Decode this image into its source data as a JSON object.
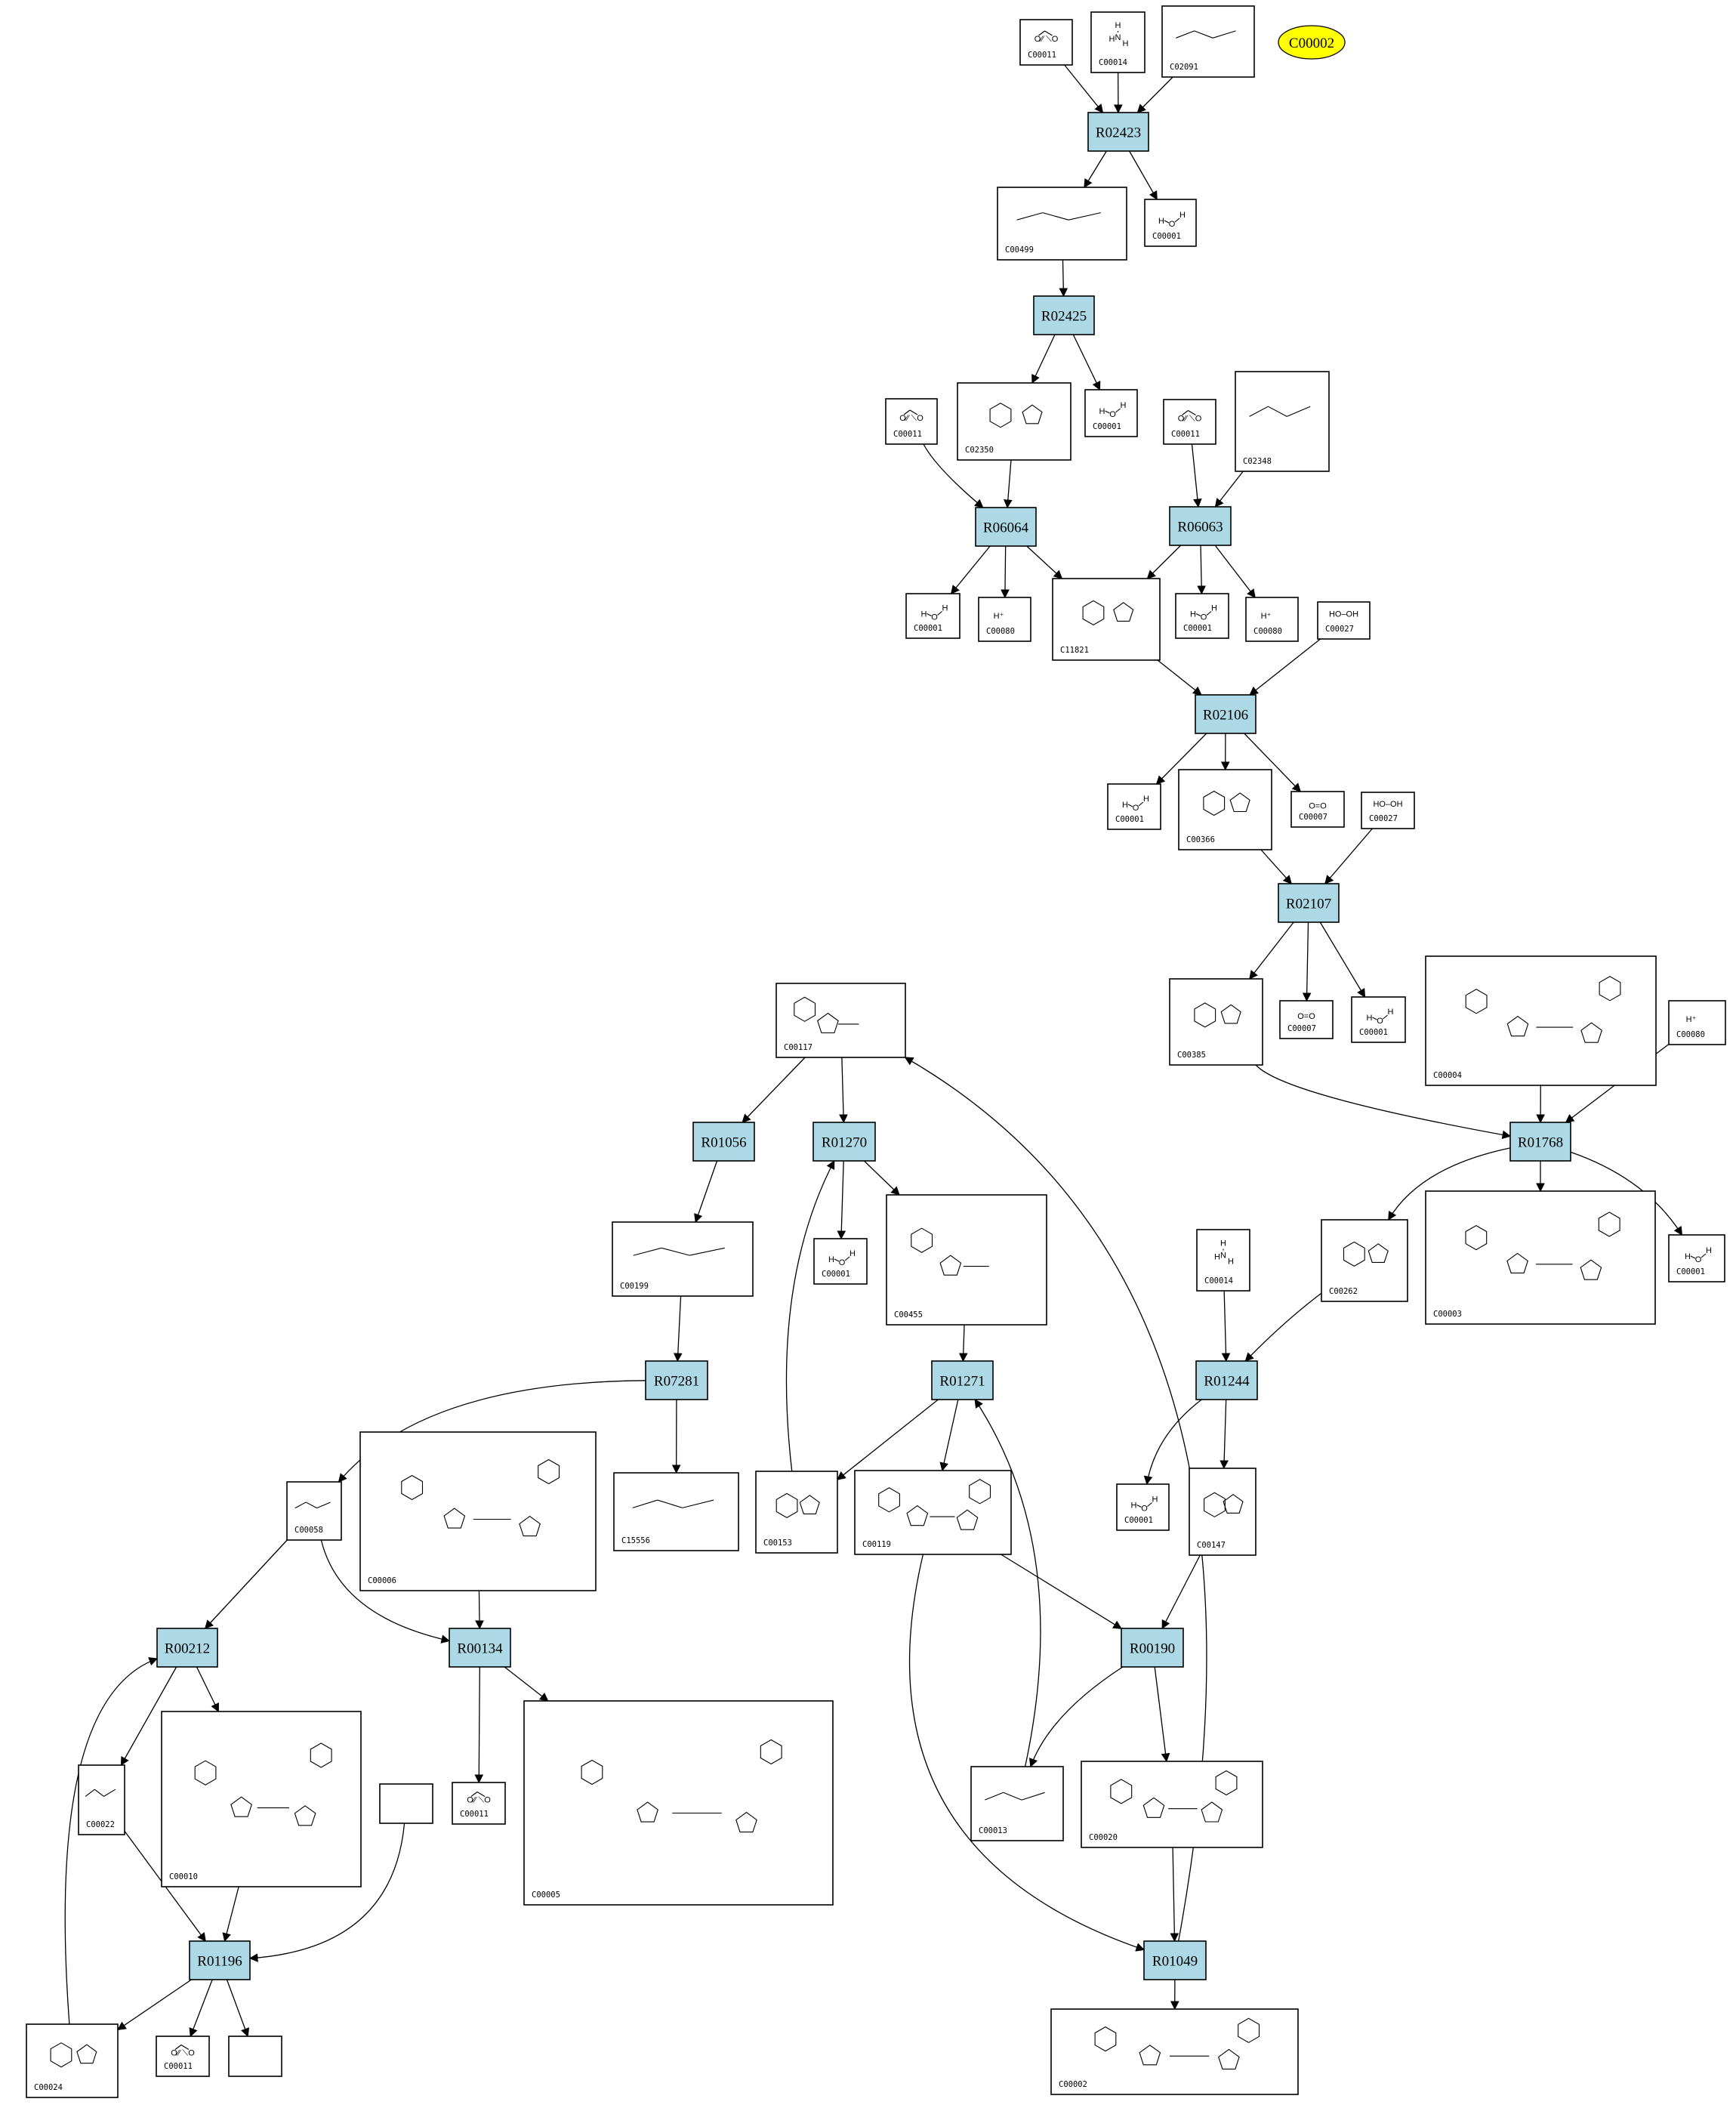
{
  "target": "C00002",
  "compounds": [
    {
      "id": "c00011a",
      "label": "C00011",
      "f": "O=C=O"
    },
    {
      "id": "c00014a",
      "label": "C00014",
      "f": "NH3"
    },
    {
      "id": "c02091",
      "label": "C02091",
      "f": "H2N-CH(COOH)-NH-CO-NH2"
    },
    {
      "id": "c00499",
      "label": "C00499",
      "f": "H2N-CO-NH-CH(COOH)-NH-CO-NH2"
    },
    {
      "id": "c00001a",
      "label": "C00001",
      "f": "H-O-H"
    },
    {
      "id": "c00011b",
      "label": "C00011",
      "f": "O=C=O"
    },
    {
      "id": "c02350",
      "label": "C02350",
      "f": "H2N-CO-NH-(imidazolidinedione)"
    },
    {
      "id": "c00001b",
      "label": "C00001",
      "f": "H-O-H"
    },
    {
      "id": "c00011c",
      "label": "C00011",
      "f": "O=C=O"
    },
    {
      "id": "c02348",
      "label": "C02348",
      "f": "HN-CO-NH-CO-NH2"
    },
    {
      "id": "c00001c",
      "label": "C00001",
      "f": "H-O-H"
    },
    {
      "id": "c00080a",
      "label": "C00080",
      "f": "H+"
    },
    {
      "id": "c11821",
      "label": "C11821",
      "f": "5-hydroxyisourate"
    },
    {
      "id": "c00001d",
      "label": "C00001",
      "f": "H-O-H"
    },
    {
      "id": "c00080b",
      "label": "C00080",
      "f": "H+"
    },
    {
      "id": "c00027a",
      "label": "C00027",
      "f": "HO-OH"
    },
    {
      "id": "c00001e",
      "label": "C00001",
      "f": "H-O-H"
    },
    {
      "id": "c00366",
      "label": "C00366",
      "f": "urate"
    },
    {
      "id": "c00007a",
      "label": "C00007",
      "f": "O=O"
    },
    {
      "id": "c00027b",
      "label": "C00027",
      "f": "HO-OH"
    },
    {
      "id": "c00385",
      "label": "C00385",
      "f": "xanthine"
    },
    {
      "id": "c00007b",
      "label": "C00007",
      "f": "O=O"
    },
    {
      "id": "c00001f",
      "label": "C00001",
      "f": "H-O-H"
    },
    {
      "id": "c00004",
      "label": "C00004",
      "f": "NADH"
    },
    {
      "id": "c00080c",
      "label": "C00080",
      "f": "H+"
    },
    {
      "id": "c00117",
      "label": "C00117",
      "f": "ribose-5-phosphate"
    },
    {
      "id": "c00199",
      "label": "C00199",
      "f": "ribulose-5-phosphate"
    },
    {
      "id": "c00001g",
      "label": "C00001",
      "f": "H-O-H"
    },
    {
      "id": "c00455",
      "label": "C00455",
      "f": "NMN"
    },
    {
      "id": "c00262",
      "label": "C00262",
      "f": "hypoxanthine"
    },
    {
      "id": "c00003",
      "label": "C00003",
      "f": "NAD+"
    },
    {
      "id": "c00001h",
      "label": "C00001",
      "f": "H-O-H"
    },
    {
      "id": "c00014b",
      "label": "C00014",
      "f": "NH3"
    },
    {
      "id": "c00058",
      "label": "C00058",
      "f": "formate"
    },
    {
      "id": "c00006",
      "label": "C00006",
      "f": "NADP+"
    },
    {
      "id": "c15556",
      "label": "C15556",
      "f": "dihydroxyacetone phosphate"
    },
    {
      "id": "c00153",
      "label": "C00153",
      "f": "nicotinamide"
    },
    {
      "id": "c00119",
      "label": "C00119",
      "f": "PRPP"
    },
    {
      "id": "c00001i",
      "label": "C00001",
      "f": "H-O-H"
    },
    {
      "id": "c00147",
      "label": "C00147",
      "f": "adenine"
    },
    {
      "id": "c00022",
      "label": "C00022",
      "f": "pyruvate"
    },
    {
      "id": "c00010",
      "label": "C00010",
      "f": "CoA"
    },
    {
      "id": "blank1",
      "label": "",
      "f": ""
    },
    {
      "id": "c00011d",
      "label": "C00011",
      "f": "O=C=O"
    },
    {
      "id": "c00005",
      "label": "C00005",
      "f": "NADPH"
    },
    {
      "id": "c00013",
      "label": "C00013",
      "f": "pyrophosphate"
    },
    {
      "id": "c00020",
      "label": "C00020",
      "f": "AMP"
    },
    {
      "id": "c00024",
      "label": "C00024",
      "f": "acetyl-CoA"
    },
    {
      "id": "c00011e",
      "label": "C00011",
      "f": "O=C=O"
    },
    {
      "id": "blank2",
      "label": "",
      "f": ""
    },
    {
      "id": "c00002",
      "label": "C00002",
      "f": "ATP"
    }
  ],
  "reactions": [
    {
      "id": "r02423",
      "label": "R02423"
    },
    {
      "id": "r02425",
      "label": "R02425"
    },
    {
      "id": "r06064",
      "label": "R06064"
    },
    {
      "id": "r06063",
      "label": "R06063"
    },
    {
      "id": "r02106",
      "label": "R02106"
    },
    {
      "id": "r02107",
      "label": "R02107"
    },
    {
      "id": "r01056",
      "label": "R01056"
    },
    {
      "id": "r01270",
      "label": "R01270"
    },
    {
      "id": "r01768",
      "label": "R01768"
    },
    {
      "id": "r07281",
      "label": "R07281"
    },
    {
      "id": "r01271",
      "label": "R01271"
    },
    {
      "id": "r01244",
      "label": "R01244"
    },
    {
      "id": "r00212",
      "label": "R00212"
    },
    {
      "id": "r00134",
      "label": "R00134"
    },
    {
      "id": "r00190",
      "label": "R00190"
    },
    {
      "id": "r01196",
      "label": "R01196"
    },
    {
      "id": "r01049",
      "label": "R01049"
    }
  ],
  "edges": [
    [
      "c00011a",
      "r02423"
    ],
    [
      "c00014a",
      "r02423"
    ],
    [
      "c02091",
      "r02423"
    ],
    [
      "r02423",
      "c00499"
    ],
    [
      "r02423",
      "c00001a"
    ],
    [
      "c00499",
      "r02425"
    ],
    [
      "r02425",
      "c02350"
    ],
    [
      "r02425",
      "c00001b"
    ],
    [
      "c00011b",
      "r06064"
    ],
    [
      "c02350",
      "r06064"
    ],
    [
      "c00011c",
      "r06063"
    ],
    [
      "c02348",
      "r06063"
    ],
    [
      "r06064",
      "c00001c"
    ],
    [
      "r06064",
      "c00080a"
    ],
    [
      "r06064",
      "c11821"
    ],
    [
      "r06063",
      "c11821"
    ],
    [
      "r06063",
      "c00001d"
    ],
    [
      "r06063",
      "c00080b"
    ],
    [
      "c11821",
      "r02106"
    ],
    [
      "c00027a",
      "r02106"
    ],
    [
      "r02106",
      "c00001e"
    ],
    [
      "r02106",
      "c00366"
    ],
    [
      "r02106",
      "c00007a"
    ],
    [
      "c00366",
      "r02107"
    ],
    [
      "c00027b",
      "r02107"
    ],
    [
      "r02107",
      "c00385"
    ],
    [
      "r02107",
      "c00007b"
    ],
    [
      "r02107",
      "c00001f"
    ],
    [
      "c00385",
      "r01768"
    ],
    [
      "c00004",
      "r01768"
    ],
    [
      "c00080c",
      "r01768"
    ],
    [
      "r01768",
      "c00262"
    ],
    [
      "r01768",
      "c00003"
    ],
    [
      "r01768",
      "c00001h"
    ],
    [
      "c00117",
      "r01056"
    ],
    [
      "c00117",
      "r01270"
    ],
    [
      "r01270",
      "c00001g"
    ],
    [
      "r01270",
      "c00455"
    ],
    [
      "r01056",
      "c00199"
    ],
    [
      "c00199",
      "r07281"
    ],
    [
      "r07281",
      "c00058"
    ],
    [
      "r07281",
      "c15556"
    ],
    [
      "c00455",
      "r01271"
    ],
    [
      "r01271",
      "c00153"
    ],
    [
      "r01271",
      "c00119"
    ],
    [
      "c00153",
      "r01270"
    ],
    [
      "c00014b",
      "r01244"
    ],
    [
      "c00262",
      "r01244"
    ],
    [
      "r01244",
      "c00001i"
    ],
    [
      "r01244",
      "c00147"
    ],
    [
      "c00058",
      "r00212"
    ],
    [
      "c00058",
      "r00134"
    ],
    [
      "c00006",
      "r00134"
    ],
    [
      "r00134",
      "c00011d"
    ],
    [
      "r00134",
      "c00005"
    ],
    [
      "r00212",
      "c00022"
    ],
    [
      "r00212",
      "c00010"
    ],
    [
      "c00119",
      "r00190"
    ],
    [
      "c00147",
      "r00190"
    ],
    [
      "r00190",
      "c00013"
    ],
    [
      "r00190",
      "c00020"
    ],
    [
      "c00013",
      "r01271"
    ],
    [
      "c00022",
      "r01196"
    ],
    [
      "c00010",
      "r01196"
    ],
    [
      "blank1",
      "r01196"
    ],
    [
      "r01196",
      "c00024"
    ],
    [
      "r01196",
      "c00011e"
    ],
    [
      "r01196",
      "blank2"
    ],
    [
      "c00024",
      "r00212"
    ],
    [
      "c00020",
      "r01049"
    ],
    [
      "c00119",
      "r01049"
    ],
    [
      "r01049",
      "c00002"
    ],
    [
      "r01049",
      "c00117"
    ]
  ]
}
